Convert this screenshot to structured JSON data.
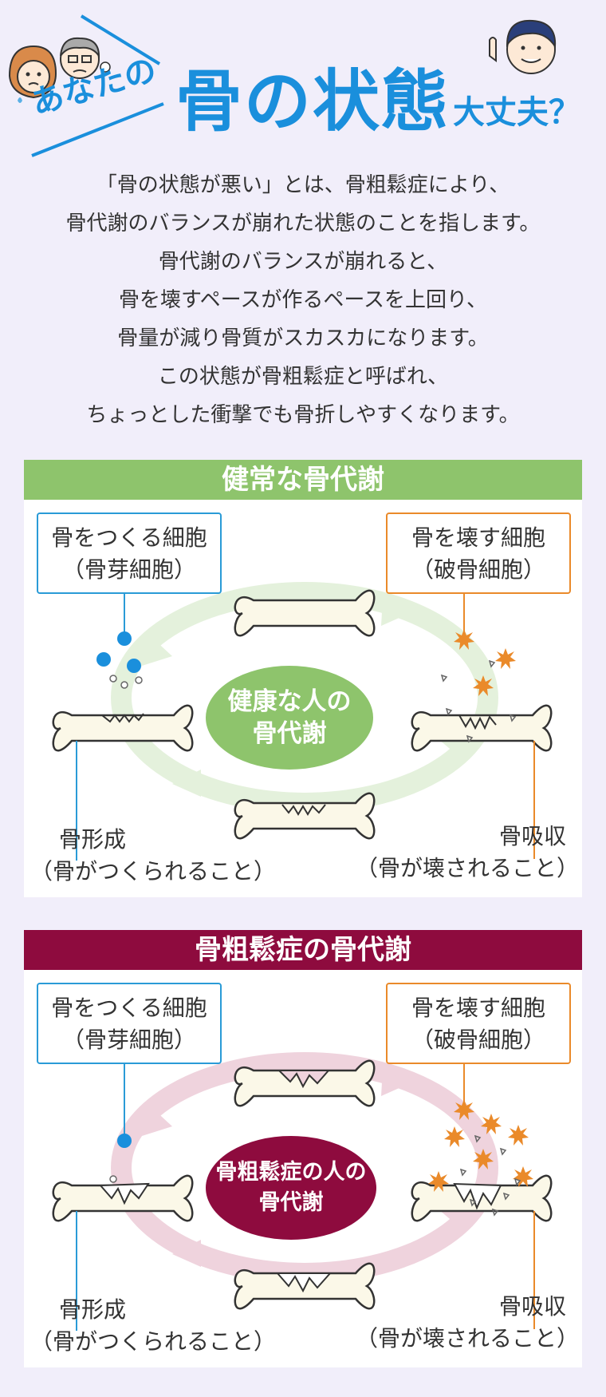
{
  "header": {
    "title_pre": "あなたの",
    "title_main": "骨の状態",
    "title_post": "大丈夫？"
  },
  "intro": [
    "「骨の状態が悪い」とは、骨粗鬆症により、",
    "骨代謝のバランスが崩れた状態のことを指します。",
    "骨代謝のバランスが崩れると、",
    "骨を壊すペースが作るペースを上回り、",
    "骨量が減り骨質がスカスカになります。",
    "この状態が骨粗鬆症と呼ばれ、",
    "ちょっとした衝撃でも骨折しやすくなります。"
  ],
  "panels": [
    {
      "title": "健常な骨代謝",
      "center": [
        "健康な人の",
        "骨代謝"
      ],
      "formation_cell": [
        "骨をつくる細胞",
        "（骨芽細胞）"
      ],
      "resorption_cell": [
        "骨を壊す細胞",
        "（破骨細胞）"
      ],
      "formation": [
        "骨形成",
        "（骨がつくられること）"
      ],
      "resorption": [
        "骨吸収",
        "（骨が壊されること）"
      ],
      "accent": "#8ec46c"
    },
    {
      "title": "骨粗鬆症の骨代謝",
      "center": [
        "骨粗鬆症の人の",
        "骨代謝"
      ],
      "formation_cell": [
        "骨をつくる細胞",
        "（骨芽細胞）"
      ],
      "resorption_cell": [
        "骨を壊す細胞",
        "（破骨細胞）"
      ],
      "formation": [
        "骨形成",
        "（骨がつくられること）"
      ],
      "resorption": [
        "骨吸収",
        "（骨が壊されること）"
      ],
      "accent": "#8e0b3e"
    }
  ],
  "colors": {
    "title_blue": "#1a8fdc",
    "osteoblast_blue": "#1a8fdc",
    "osteoclast_orange": "#ea8a2a",
    "bone_fill": "#fbf8e8"
  }
}
